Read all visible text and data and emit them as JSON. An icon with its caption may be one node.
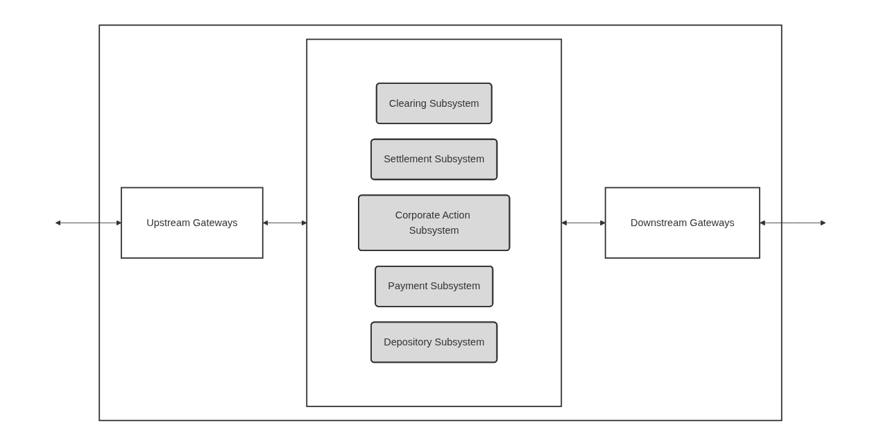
{
  "diagram": {
    "nodes": [
      {
        "text": [],
        "shape": "box"
      },
      {
        "text": [
          "Upstream Gateways"
        ],
        "in": 0
      },
      {
        "text": [],
        "shape": "box",
        "in": 0
      },
      {
        "text": [
          "Clearing Subsystem"
        ],
        "in": 2
      },
      {
        "text": [
          "Settlement Subsystem"
        ],
        "in": 2
      },
      {
        "text": [
          "Corporate Action Subsystem"
        ],
        "in": 2
      },
      {
        "text": [
          "Payment Subsystem"
        ],
        "in": 2
      },
      {
        "text": [
          "Depository Subsystem"
        ],
        "in": 2
      },
      {
        "text": [
          "Downstream Gateways"
        ],
        "in": 0
      }
    ],
    "edges": [
      {
        "from": null,
        "to": 1,
        "arrow": "both"
      },
      {
        "from": 1,
        "to": 2,
        "arrow": "both"
      },
      {
        "from": 2,
        "to": 8,
        "arrow": "both"
      },
      {
        "from": 8,
        "to": null,
        "arrow": "both"
      }
    ]
  }
}
